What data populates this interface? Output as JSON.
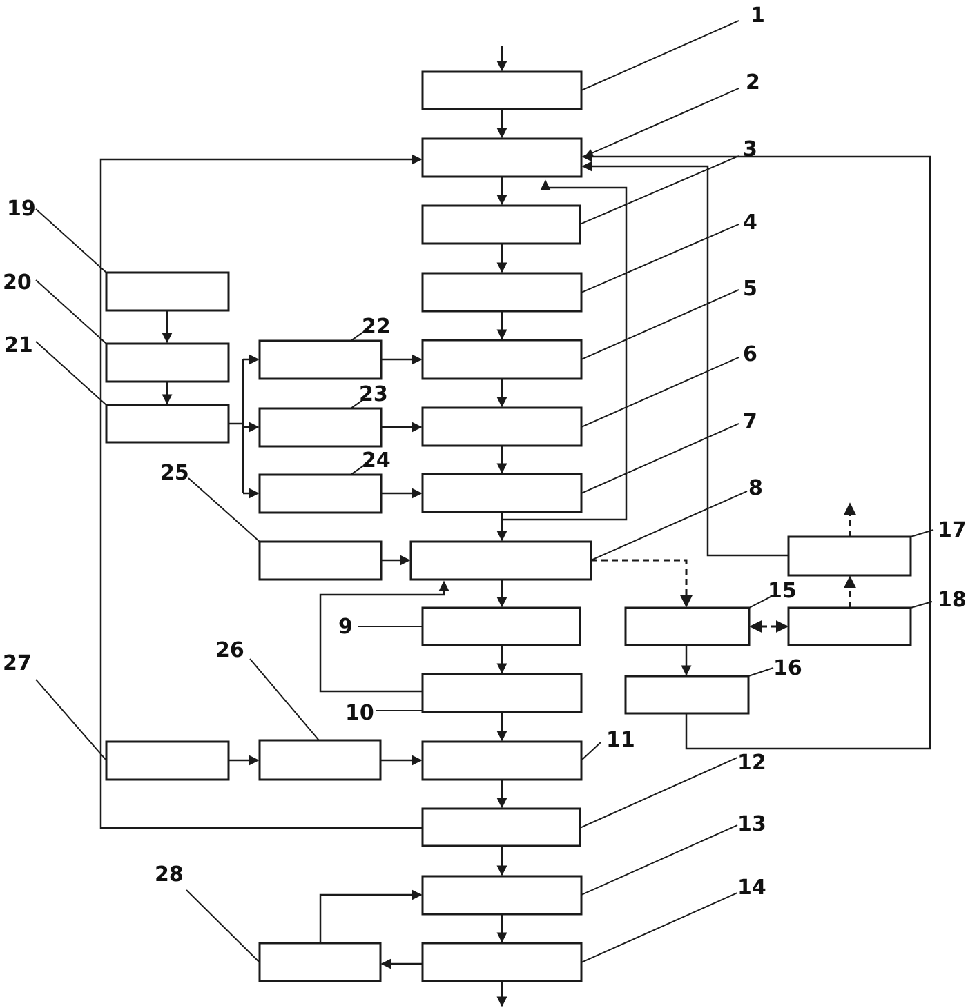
{
  "labels": {
    "n1": "1",
    "n2": "2",
    "n3": "3",
    "n4": "4",
    "n5": "5",
    "n6": "6",
    "n7": "7",
    "n8": "8",
    "n9": "9",
    "n10": "10",
    "n11": "11",
    "n12": "12",
    "n13": "13",
    "n14": "14",
    "n15": "15",
    "n16": "16",
    "n17": "17",
    "n18": "18",
    "n19": "19",
    "n20": "20",
    "n21": "21",
    "n22": "22",
    "n23": "23",
    "n24": "24",
    "n25": "25",
    "n26": "26",
    "n27": "27",
    "n28": "28"
  }
}
